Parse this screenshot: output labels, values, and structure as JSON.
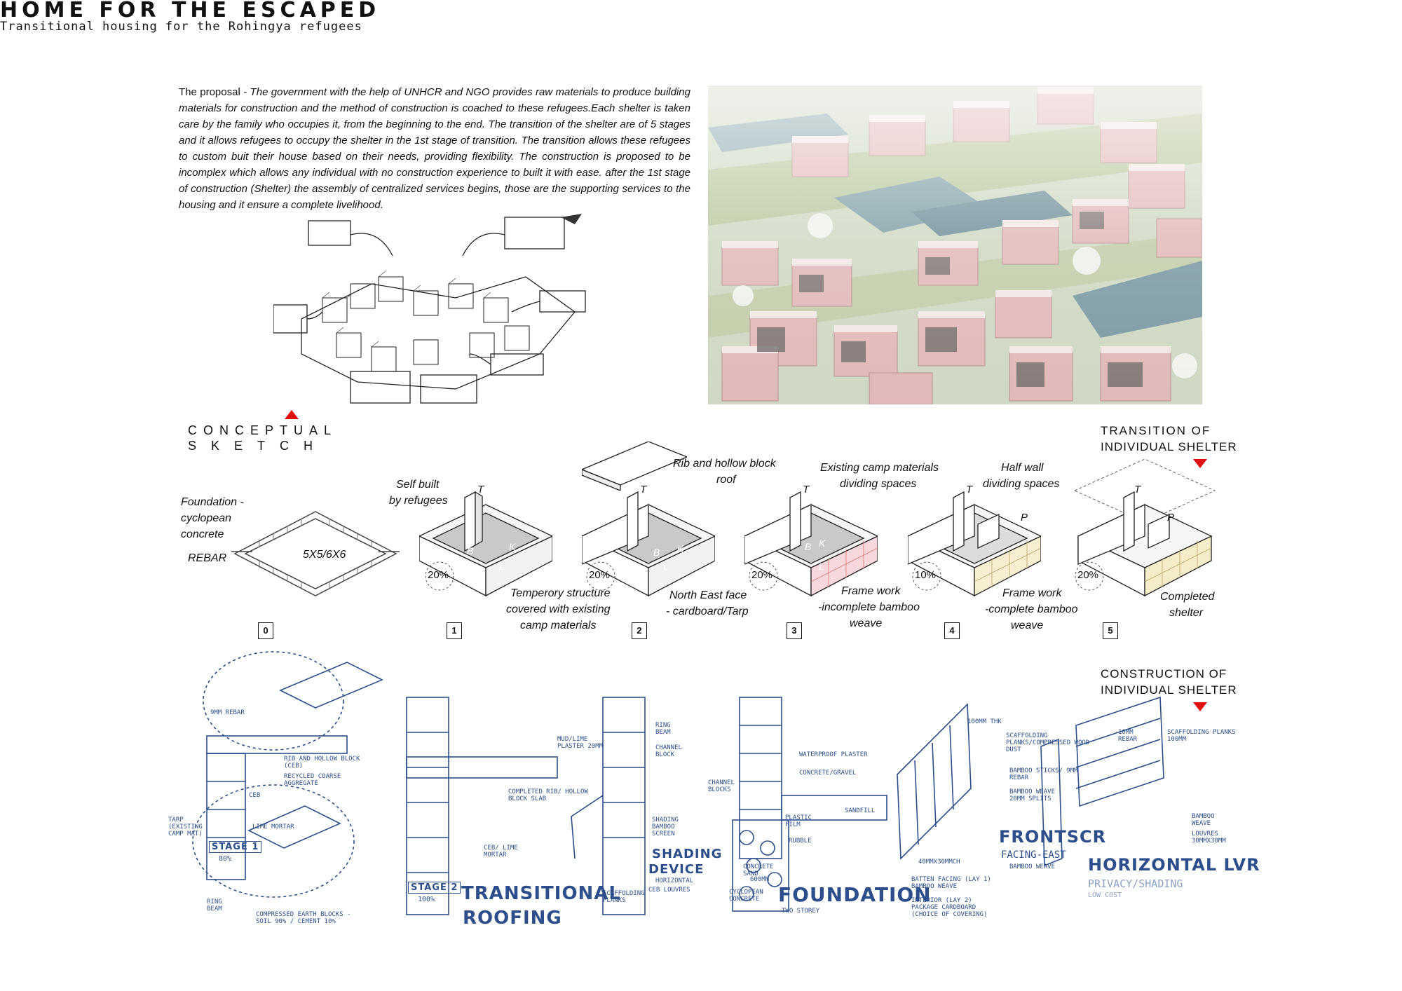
{
  "header": {
    "title": "HOME FOR THE ESCAPED",
    "subtitle": "Transitional housing for the Rohingya refugees"
  },
  "proposal": {
    "lead": "The proposal",
    "body": " - The government with the help of UNHCR and NGO provides raw materials to produce building materials for construction and the method of construction is coached to these refugees.Each shelter is taken care by the family who occupies it, from the beginning to the end. The transition of the shelter are of 5 stages and it allows refugees to occupy the shelter in the 1st stage of transition. The transition allows these refugees to custom buit their house based on their needs, providing flexibility. The construction is proposed to be incomplex which allows any individual with no construction experience to built it with ease. after the 1st stage of construction (Shelter) the assembly of centralized services begins, those are the supporting services to the housing and it ensure a complete livelihood."
  },
  "sections": {
    "conceptual_line1": "CONCEPTUAL",
    "conceptual_line2": "SKETCH",
    "transition_line1": "TRANSITION OF",
    "transition_line2": "INDIVIDUAL SHELTER",
    "construction_line1": "CONSTRUCTION OF",
    "construction_line2": "INDIVIDUAL SHELTER",
    "accent_color": "#e01010"
  },
  "stages": {
    "s0": {
      "number": "0",
      "note1": "Foundation -",
      "note2": "cyclopean",
      "note3": "concrete",
      "note4": "REBAR",
      "size": "5X5/6X6"
    },
    "s1": {
      "number": "1",
      "percent": "20%",
      "top1": "Self built",
      "top2": "by refugees",
      "bottom1": "Temperory structure",
      "bottom2": "covered with existing",
      "bottom3": "camp materials"
    },
    "s2": {
      "number": "2",
      "percent": "20%",
      "top1": "Rib and hollow block",
      "top2": "roof",
      "bottom1": "North East face",
      "bottom2": "- cardboard/Tarp"
    },
    "s3": {
      "number": "3",
      "percent": "20%",
      "top1": "Existing camp materials",
      "top2": "dividing spaces",
      "bottom1": "Frame work",
      "bottom2": "-incomplete bamboo",
      "bottom3": "weave"
    },
    "s4": {
      "number": "4",
      "percent": "10%",
      "top1": "Half wall",
      "top2": "dividing spaces",
      "bottom1": "Frame work",
      "bottom2": "-complete bamboo",
      "bottom3": "weave"
    },
    "s5": {
      "number": "5",
      "percent": "20%",
      "bottom1": "Completed",
      "bottom2": "shelter"
    }
  },
  "room_letters": {
    "t": "T",
    "b": "B",
    "k": "K",
    "l": "L",
    "p": "P"
  },
  "construction": {
    "stage1": "STAGE 1",
    "stage1_pct": "80%",
    "stage2": "STAGE 2",
    "stage2_pct": "100%",
    "transitional": "TRANSITIONAL",
    "roofing": "ROOFING",
    "shading1": "SHADING",
    "shading2": "DEVICE",
    "shading_sub1": "HORIZONTAL",
    "shading_sub2": "CEB LOUVRES",
    "foundation": "FOUNDATION",
    "foundation_sub": "TWO STOREY",
    "frontscr": "FRONTSCR",
    "frontscr_sub": "FACING-EAST",
    "frontscr_sub2": "BAMBOO WEAVE",
    "horizontal": "HORIZONTAL LVR",
    "horizontal_sub": "PRIVACY/SHADING",
    "horizontal_sub2": "LOW COST",
    "labels": {
      "rebar9": "9MM REBAR",
      "rib_hollow": "RIB AND HOLLOW BLOCK (CEB)",
      "recycled": "RECYCLED COARSE AGGREGATE",
      "ceb": "CEB",
      "lime": "LIME MORTAR",
      "tarp": "TARP (EXISTING CAMP MAT)",
      "ring_beam": "RING BEAM",
      "compressed": "COMPRESSED EARTH BLOCKS - SOIL 90% / CEMENT 10%",
      "mud_plaster": "MUD/LIME PLASTER 20MM",
      "completed_rib": "COMPLETED RIB/ HOLLOW BLOCK SLAB",
      "ceb_lime": "CEB/ LIME MORTAR",
      "ring_beam2": "RING BEAM",
      "channel_block": "CHANNEL BLOCK",
      "shading_bamboo": "SHADING BAMBOO SCREEN",
      "scaffolding": "SCAFFOLDING PLANKS",
      "waterproof": "WATERPROOF PLASTER",
      "concrete_gravel": "CONCRETE/GRAVEL",
      "sandfill": "SANDFILL",
      "channel_blocks": "CHANNEL BLOCKS",
      "plastic_film": "PLASTIC FILM",
      "rubble": "RUBBLE",
      "concrete_sand": "CONCRETE SAND",
      "cyclopean": "CYCLOPEAN CONCRETE",
      "mm600": "600MM",
      "mm100thk": "100MM THK",
      "scaff_planks": "SCAFFOLDING PLANKS/COMPRESSED WOOD DUST",
      "bamboo_sticks": "BAMBOO STICKS/ 9MM REBAR",
      "bamboo_weave": "BAMBOO WEAVE 20MM SPLITS",
      "batten": "BATTEN FACING (LAY 1) BAMBOO WEAVE",
      "interior": "INTERIOR (LAY 2) PACKAGE CARDBOARD (CHOICE OF COVERING)",
      "mm40": "40MMX30MMCH",
      "mm10rebar": "10MM REBAR",
      "scaff2": "SCAFFOLDING PLANKS 100MM",
      "bamboo_weave2": "BAMBOO WEAVE",
      "louvres": "LOUVRES 30MMX30MM"
    }
  }
}
